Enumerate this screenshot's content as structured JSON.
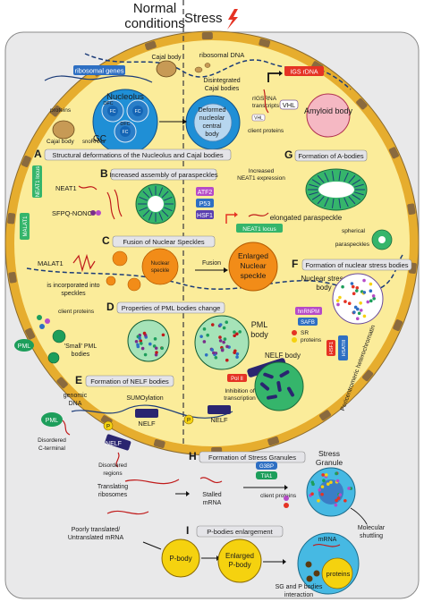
{
  "header": {
    "normal": "Normal conditions",
    "normal_l1": "Normal",
    "normal_l2": "conditions",
    "stress": "Stress"
  },
  "colors": {
    "cytoplasm": "#e9e9ea",
    "nucleoplasm": "#fbec9a",
    "envelope": "#e6ad2e",
    "pore": "#8a6a3e",
    "nucleolus": "#1f8fd6",
    "dfc": "#1565b5",
    "cajal": "#c79a55",
    "speckle": "#f28c18",
    "pml": "#1d9e5b",
    "paraspeckle": "#35b56b",
    "amyloid": "#f5b8c3",
    "granule": "#46b9e3",
    "pbody": "#f5d20f",
    "boxfill": "#e4e4e8",
    "red": "#e53324"
  },
  "labels": {
    "ribosomal_genes": "ribosomal genes",
    "cajal_body_top": "Cajal body",
    "ribosomal_dna": "ribosomal DNA",
    "disintegrated_cajal": "Disintegrated Cajal bodies",
    "disintegrated_l1": "Disintegrated",
    "disintegrated_l2": "Cajal bodies",
    "igs_tag": "IGS rDNA",
    "nucleolus": "Nucleolus",
    "dfc": "DFC",
    "fc": "FC",
    "gc": "GC",
    "deformed": "Deformed nucleolar central body",
    "deformed_l1": "Deformed",
    "deformed_l2": "nucleolar",
    "deformed_l3": "central",
    "deformed_l4": "body",
    "rigs": "rIGSRNA transcripts",
    "rigs_l1": "rIGSRNA",
    "rigs_l2": "transcripts",
    "vhl_small": "VHL",
    "vhl": "VHL",
    "proteins": "proteins",
    "cajal_body": "Cajal body",
    "snornas": "snoRNAs",
    "client_proteins": "client proteins",
    "amyloid": "Amyloid body",
    "neat1_locus_vert": "NEAT1 locus",
    "malat1_locus": "MALAT1",
    "neat1": "NEAT1",
    "sfpq_nono": "SFPQ-NONO",
    "atf2": "ATF2",
    "p53": "P53",
    "hsf1": "HSF1",
    "neat1_locus": "NEAT1 locus",
    "increased_neat1": "Increased NEAT1 expression",
    "increased_neat1_l1": "Increased",
    "increased_neat1_l2": "NEAT1 expression",
    "elongated": "elongated paraspeckle",
    "spherical": "spherical paraspeckles",
    "spherical_l1": "spherical",
    "spherical_l2": "paraspeckles",
    "malat1": "MALAT1",
    "malat1_incorporated": "is incorporated into speckles",
    "malat1_inc_l1": "is incorporated into",
    "malat1_inc_l2": "speckles",
    "nuclear_speckle": "Nuclear speckle",
    "nuclear_speckle_l1": "Nuclear",
    "nuclear_speckle_l2": "speckle",
    "fusion": "Fusion",
    "enlarged_speckle": "Enlarged Nuclear speckle",
    "enlarged_l1": "Enlarged",
    "enlarged_l2": "Nuclear",
    "enlarged_l3": "speckle",
    "nuclear_stress_body": "Nuclear stress body",
    "nsb_l1": "Nuclear stress",
    "nsb_l2": "body",
    "pml": "PML",
    "small_pml": "'Small' PML bodies",
    "small_pml_l1": "'Small' PML",
    "small_pml_l2": "bodies",
    "pml_body": "PML body",
    "pml_body_l1": "PML",
    "pml_body_l2": "body",
    "hnrnpm": "hnRNPM",
    "safb": "SAFB",
    "sr_proteins": "SR proteins",
    "sr_l1": "SR",
    "sr_l2": "proteins",
    "hsf1_b": "HSF1",
    "hsat3": "HSATIII",
    "pericentromeric": "Pericentromeric heterochromatin",
    "nelf_body": "NELF body",
    "genomic_dna": "genomic DNA",
    "genomic_l1": "genomic",
    "genomic_l2": "DNA",
    "sumoylation": "SUMOylation",
    "inhibition": "Inhibition of transcription",
    "inhibition_l1": "Inhibition of",
    "inhibition_l2": "transcription",
    "nelf": "NELF",
    "pol2": "Pol II",
    "p": "P",
    "pml_free": "PML",
    "disordered_c": "Disordered C-terminal",
    "disordered_c_l1": "Disordered",
    "disordered_c_l2": "C-terminal",
    "nelf_free": "NELF",
    "disordered_regions": "Disordered regions",
    "disordered_r_l1": "Disordered",
    "disordered_r_l2": "regions",
    "stress_granule": "Stress Granule",
    "sg_l1": "Stress",
    "sg_l2": "Granule",
    "translating": "Translating ribosomes",
    "translating_l1": "Translating",
    "translating_l2": "ribosomes",
    "stalled": "Stalled mRNA",
    "stalled_l1": "Stalled",
    "stalled_l2": "mRNA",
    "g3bp": "G3BP",
    "tia1": "TIA1",
    "client_proteins_2": "client proteins",
    "molecular_shuttling": "Molecular shuttling",
    "shuttling_l1": "Molecular",
    "shuttling_l2": "shuttling",
    "poorly": "Poorly translated/ Untranslated mRNA",
    "poorly_l1": "Poorly translated/",
    "poorly_l2": "Untranslated mRNA",
    "pbody": "P-body",
    "enlarged_pbody": "Enlarged P-body",
    "enlarged_pbody_l1": "Enlarged",
    "enlarged_pbody_l2": "P-body",
    "mrna": "mRNA",
    "proteins_2": "proteins",
    "sg_p_interaction": "SG and P bodies interaction",
    "sgp_l1": "SG and P bodies",
    "sgp_l2": "interaction"
  },
  "sections": {
    "A": {
      "letter": "A",
      "title": "Structural deformations of the Nucleolus and Cajal bodies"
    },
    "B": {
      "letter": "B",
      "title": "Increased assembly of paraspeckles"
    },
    "C": {
      "letter": "C",
      "title": "Fusion of Nuclear Speckles"
    },
    "D": {
      "letter": "D",
      "title": "Properties of PML bodies change"
    },
    "E": {
      "letter": "E",
      "title": "Formation of NELF bodies"
    },
    "F": {
      "letter": "F",
      "title": "Formation of nuclear  stress bodies"
    },
    "G": {
      "letter": "G",
      "title": "Formation of A-bodies"
    },
    "H": {
      "letter": "H",
      "title": "Formation of Stress Granules"
    },
    "I": {
      "letter": "I",
      "title": "P-bodies enlargement"
    }
  }
}
